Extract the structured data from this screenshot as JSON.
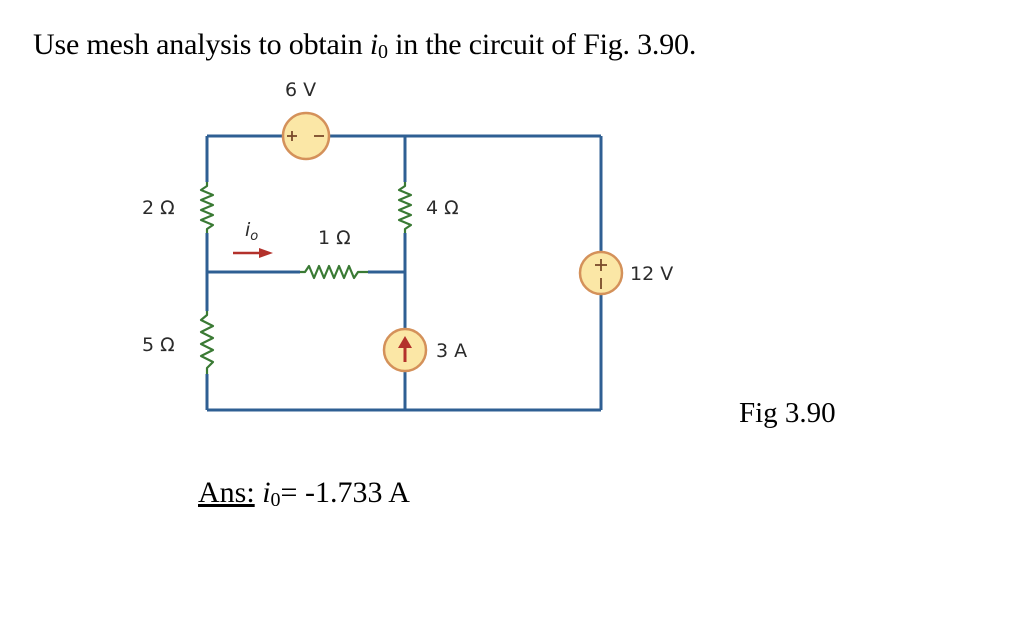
{
  "question": {
    "prefix": "Use mesh analysis to obtain ",
    "var": "i",
    "sub": "0",
    "suffix": " in the circuit of Fig. 3.90."
  },
  "circuit": {
    "source_6v": "6 V",
    "r_2ohm": "2 Ω",
    "r_5ohm": "5 Ω",
    "r_1ohm": "1 Ω",
    "r_4ohm": "4 Ω",
    "source_12v": "12 V",
    "current_source": "3 A",
    "io_label": "i",
    "io_sub": "o"
  },
  "figure_caption": "Fig 3.90",
  "answer": {
    "label": "Ans:",
    "var": "i",
    "sub": "0",
    "value": "= -1.733 A"
  },
  "colors": {
    "wire": "#2f5f93",
    "source_fill": "#fbe7a6",
    "source_stroke": "#d4915a",
    "resistor": "#3a7a34",
    "arrow": "#b3312b"
  }
}
